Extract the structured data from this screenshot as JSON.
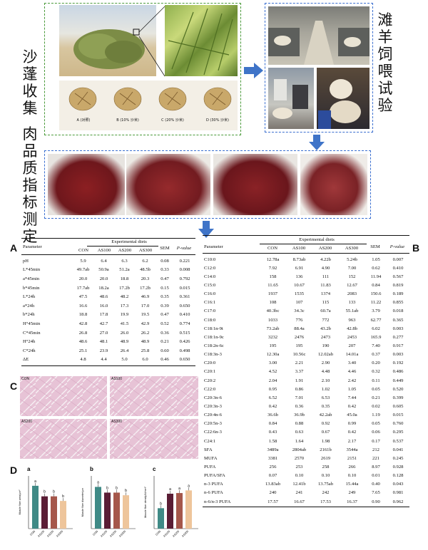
{
  "labels": {
    "collect": "沙蓬收集",
    "feeding": "滩羊饲喂试验",
    "quality": "肉品质指标测定"
  },
  "pellets": [
    {
      "label": "A (对照)"
    },
    {
      "label": "B (10% 沙米)"
    },
    {
      "label": "C (20% 沙米)"
    },
    {
      "label": "D (30% 沙米)"
    }
  ],
  "panel_letters": {
    "a": "A",
    "b": "B",
    "c": "C",
    "d": "D"
  },
  "table_a": {
    "header_param": "Parameter",
    "header_group": "Experimental diets",
    "columns": [
      "CON",
      "AS100",
      "AS200",
      "AS300",
      "SEM",
      "P-value"
    ],
    "rows": [
      [
        "pH",
        "5.9",
        "6.4",
        "6.3",
        "6.2",
        "0.08",
        "0.221"
      ],
      [
        "L*45min",
        "49.7ab",
        "50.9a",
        "51.2a",
        "48.5b",
        "0.33",
        "0.008"
      ],
      [
        "a*45min",
        "20.0",
        "20.0",
        "18.8",
        "20.3",
        "0.47",
        "0.792"
      ],
      [
        "b*45min",
        "17.7ab",
        "18.2a",
        "17.2b",
        "17.2b",
        "0.15",
        "0.015"
      ],
      [
        "L*24h",
        "47.5",
        "48.6",
        "48.2",
        "46.9",
        "0.35",
        "0.361"
      ],
      [
        "a*24h",
        "16.6",
        "16.0",
        "17.3",
        "17.0",
        "0.39",
        "0.650"
      ],
      [
        "b*24h",
        "18.8",
        "17.8",
        "19.9",
        "19.5",
        "0.47",
        "0.410"
      ],
      [
        "H°45min",
        "42.8",
        "42.7",
        "41.5",
        "42.9",
        "0.52",
        "0.774"
      ],
      [
        "C*45min",
        "26.8",
        "27.0",
        "26.0",
        "26.2",
        "0.36",
        "0.515"
      ],
      [
        "H°24h",
        "48.6",
        "48.1",
        "48.9",
        "48.9",
        "0.21",
        "0.426"
      ],
      [
        "C*24h",
        "25.1",
        "23.9",
        "26.4",
        "25.8",
        "0.60",
        "0.498"
      ],
      [
        "ΔE",
        "4.8",
        "4.4",
        "5.0",
        "6.0",
        "0.46",
        "0.650"
      ]
    ]
  },
  "table_b": {
    "header_param": "Parameter",
    "header_group": "Experimental diets",
    "columns": [
      "CON",
      "AS100",
      "AS200",
      "AS300",
      "SEM",
      "P-value"
    ],
    "rows": [
      [
        "C10:0",
        "12.78a",
        "8.73ab",
        "4.22b",
        "5.24b",
        "1.05",
        "0.007"
      ],
      [
        "C12:0",
        "7.92",
        "6.91",
        "4.90",
        "7.00",
        "0.62",
        "0.410"
      ],
      [
        "C14:0",
        "158",
        "136",
        "111",
        "152",
        "11.94",
        "0.567"
      ],
      [
        "C15:0",
        "11.65",
        "10.67",
        "11.83",
        "12.67",
        "0.84",
        "0.819"
      ],
      [
        "C16:0",
        "1937",
        "1535",
        "1374",
        "2083",
        "150.6",
        "0.189"
      ],
      [
        "C16:1",
        "108",
        "107",
        "115",
        "133",
        "11.22",
        "0.855"
      ],
      [
        "C17:0",
        "40.3bc",
        "34.3c",
        "60.7a",
        "55.1ab",
        "3.79",
        "0.018"
      ],
      [
        "C18:0",
        "1033",
        "776",
        "772",
        "963",
        "62.77",
        "0.365"
      ],
      [
        "C18:1n-9t",
        "73.2ab",
        "88.4a",
        "43.2b",
        "42.8b",
        "6.02",
        "0.003"
      ],
      [
        "C18:1n-9c",
        "3232",
        "2476",
        "2473",
        "2453",
        "165.9",
        "0.277"
      ],
      [
        "C18:2n-6c",
        "195",
        "195",
        "190",
        "207",
        "7.40",
        "0.917"
      ],
      [
        "C18:3n-3",
        "12.30a",
        "10.56c",
        "12.02ab",
        "14.01a",
        "0.37",
        "0.003"
      ],
      [
        "C20:0",
        "3.00",
        "2.21",
        "2.90",
        "3.40",
        "0.20",
        "0.192"
      ],
      [
        "C20:1",
        "4.52",
        "3.37",
        "4.48",
        "4.46",
        "0.32",
        "0.486"
      ],
      [
        "C20:2",
        "2.04",
        "1.91",
        "2.10",
        "2.42",
        "0.11",
        "0.449"
      ],
      [
        "C22:0",
        "0.95",
        "0.86",
        "1.02",
        "1.05",
        "0.05",
        "0.520"
      ],
      [
        "C20:3n-6",
        "6.52",
        "7.01",
        "6.53",
        "7.44",
        "0.21",
        "0.399"
      ],
      [
        "C20:3n-3",
        "0.42",
        "0.36",
        "0.35",
        "0.42",
        "0.02",
        "0.605"
      ],
      [
        "C20:4n-6",
        "36.6b",
        "36.9b",
        "42.2ab",
        "45.0a",
        "1.19",
        "0.015"
      ],
      [
        "C20:5n-3",
        "0.84",
        "0.88",
        "0.92",
        "0.99",
        "0.05",
        "0.760"
      ],
      [
        "C22:6n-3",
        "0.43",
        "0.63",
        "0.67",
        "0.42",
        "0.06",
        "0.295"
      ],
      [
        "C24:1",
        "1.58",
        "1.64",
        "1.98",
        "2.17",
        "0.17",
        "0.537"
      ],
      [
        "SFA",
        "3489a",
        "2804ab",
        "2161b",
        "3544a",
        "212",
        "0.041"
      ],
      [
        "MUFA",
        "3381",
        "2570",
        "2619",
        "2151",
        "221",
        "0.245"
      ],
      [
        "PUFA",
        "256",
        "253",
        "258",
        "266",
        "8.97",
        "0.928"
      ],
      [
        "PUFA/SFA",
        "0.07",
        "0.10",
        "0.10",
        "0.10",
        "0.01",
        "0.128"
      ],
      [
        "n-3 PUFA",
        "13.83ab",
        "12.41b",
        "13.75ab",
        "15.44a",
        "0.40",
        "0.043"
      ],
      [
        "n-6 PUFA",
        "240",
        "241",
        "242",
        "249",
        "7.65",
        "0.981"
      ],
      [
        "n-6/n-3 PUFA",
        "17.57",
        "16.67",
        "17.53",
        "16.37",
        "0.90",
        "0.962"
      ]
    ]
  },
  "histology": {
    "labels": [
      "CON",
      "AS100",
      "AS200",
      "AS300"
    ]
  },
  "chart_data": [
    {
      "type": "bar",
      "panel": "a",
      "ylabel": "Muscle fiber area/μm²",
      "categories": [
        "CON",
        "AS100",
        "AS200",
        "AS300"
      ],
      "values": [
        6500,
        4900,
        4900,
        4200
      ],
      "letters": [
        "a",
        "b",
        "b",
        "b"
      ],
      "colors": [
        "#3f8a86",
        "#5a1d35",
        "#a5574b",
        "#eec59b"
      ],
      "ylim": [
        0,
        8000
      ]
    },
    {
      "type": "bar",
      "panel": "b",
      "ylabel": "Muscle fiber diameter/μm",
      "categories": [
        "CON",
        "AS100",
        "AS200",
        "AS300"
      ],
      "values": [
        95,
        82,
        82,
        76
      ],
      "letters": [
        "a",
        "b",
        "b",
        "b"
      ],
      "colors": [
        "#3f8a86",
        "#5a1d35",
        "#a5574b",
        "#eec59b"
      ],
      "ylim": [
        0,
        120
      ]
    },
    {
      "type": "bar",
      "panel": "c",
      "ylabel": "Muscle fiber density/N/mm²",
      "categories": [
        "CON",
        "AS100",
        "AS200",
        "AS300"
      ],
      "values": [
        155,
        265,
        270,
        290
      ],
      "letters": [
        "b",
        "a",
        "a",
        "a"
      ],
      "colors": [
        "#3f8a86",
        "#5a1d35",
        "#a5574b",
        "#eec59b"
      ],
      "ylim": [
        0,
        400
      ]
    }
  ]
}
